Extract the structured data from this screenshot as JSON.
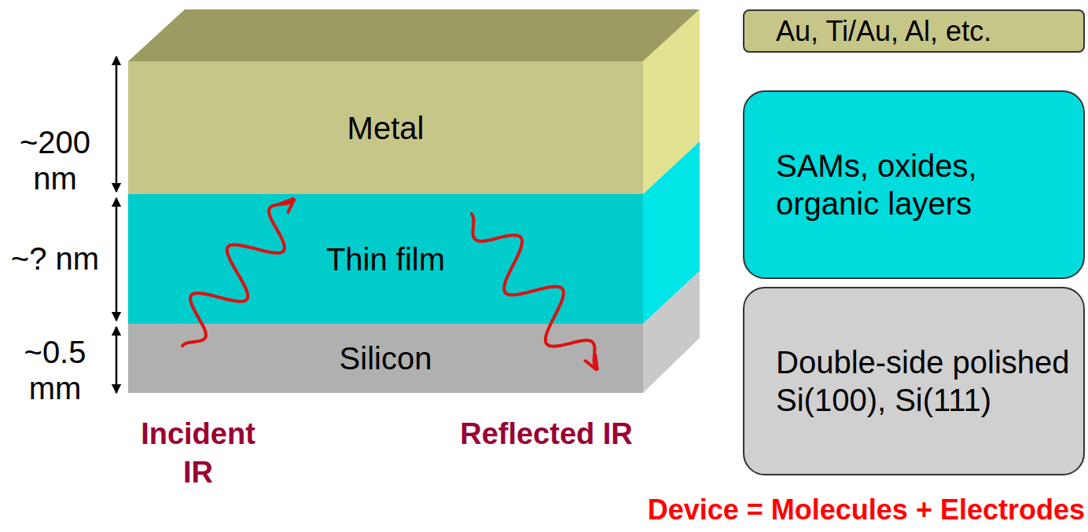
{
  "diagram": {
    "nodes": [
      {
        "text": [
          "Metal"
        ]
      },
      {
        "text": [
          "Thin film"
        ]
      },
      {
        "text": [
          "Silicon"
        ]
      },
      {
        "text": [
          "Au, Ti/Au, Al, etc."
        ]
      },
      {
        "text": [
          "SAMs, oxides, organic layers"
        ]
      },
      {
        "text": [
          "Double-side polished Si(100), Si(111)"
        ]
      }
    ],
    "labels": [
      "~200 nm",
      "~? nm",
      "~0.5 mm",
      "Incident IR",
      "Reflected IR",
      "Device = Molecules + Electrodes"
    ]
  }
}
